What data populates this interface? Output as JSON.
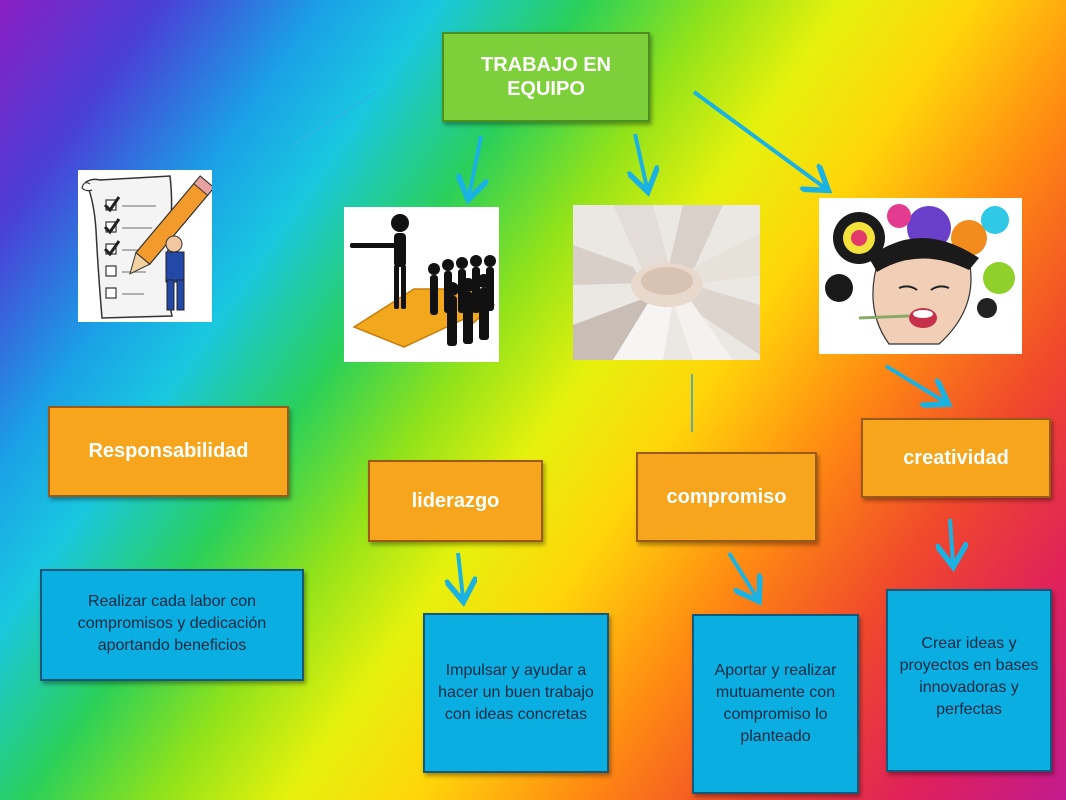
{
  "title": "TRABAJO EN EQUIPO",
  "categories": {
    "responsabilidad": "Responsabilidad",
    "liderazgo": "liderazgo",
    "compromiso": "compromiso",
    "creatividad": "creatividad"
  },
  "descriptions": {
    "responsabilidad": "Realizar cada labor con compromisos y dedicación aportando beneficios",
    "liderazgo": "Impulsar y ayudar a hacer un buen trabajo con ideas concretas",
    "compromiso": "Aportar y realizar mutuamente con compromiso lo planteado",
    "creatividad": "Crear ideas y proyectos en bases innovadoras y perfectas"
  },
  "images": {
    "responsabilidad": "checklist-pencil-image",
    "liderazgo": "leader-followers-image",
    "compromiso": "stacked-hands-image",
    "creatividad": "creative-mind-image"
  },
  "colors": {
    "title_fill": "#7ed03a",
    "category_fill": "#f7a51c",
    "description_fill": "#0aaee0",
    "arrow": "#1ab2e2"
  }
}
